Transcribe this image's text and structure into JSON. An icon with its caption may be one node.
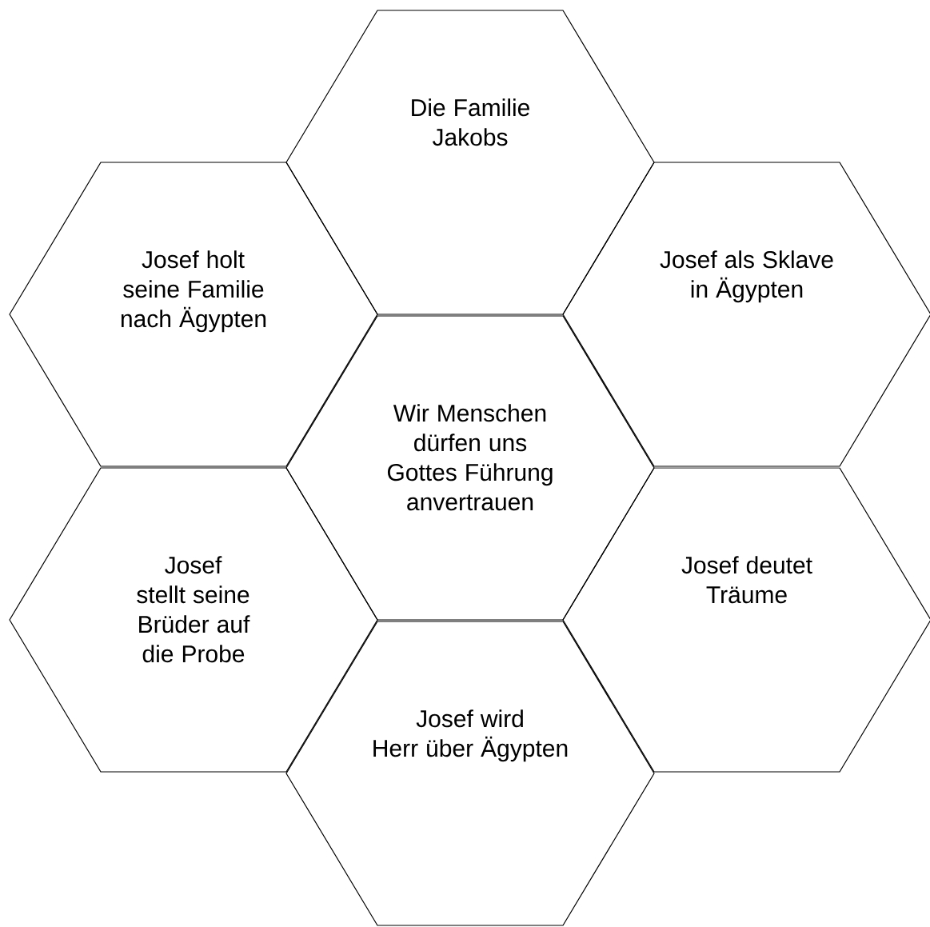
{
  "diagram": {
    "nodes": [
      {
        "text": [
          "Die Familie Jakobs"
        ]
      },
      {
        "text": [
          "Josef holt seine Familie nach Ägypten"
        ]
      },
      {
        "text": [
          "Josef als Sklave in Ägypten"
        ]
      },
      {
        "text": [
          "Wir Menschen dürfen uns Gottes Führung anvertrauen"
        ]
      },
      {
        "text": [
          "Josef stellt seine Brüder auf die Probe"
        ]
      },
      {
        "text": [
          "Josef deutet Träume"
        ]
      },
      {
        "text": [
          "Josef wird Herr über Ägypten"
        ]
      }
    ]
  }
}
